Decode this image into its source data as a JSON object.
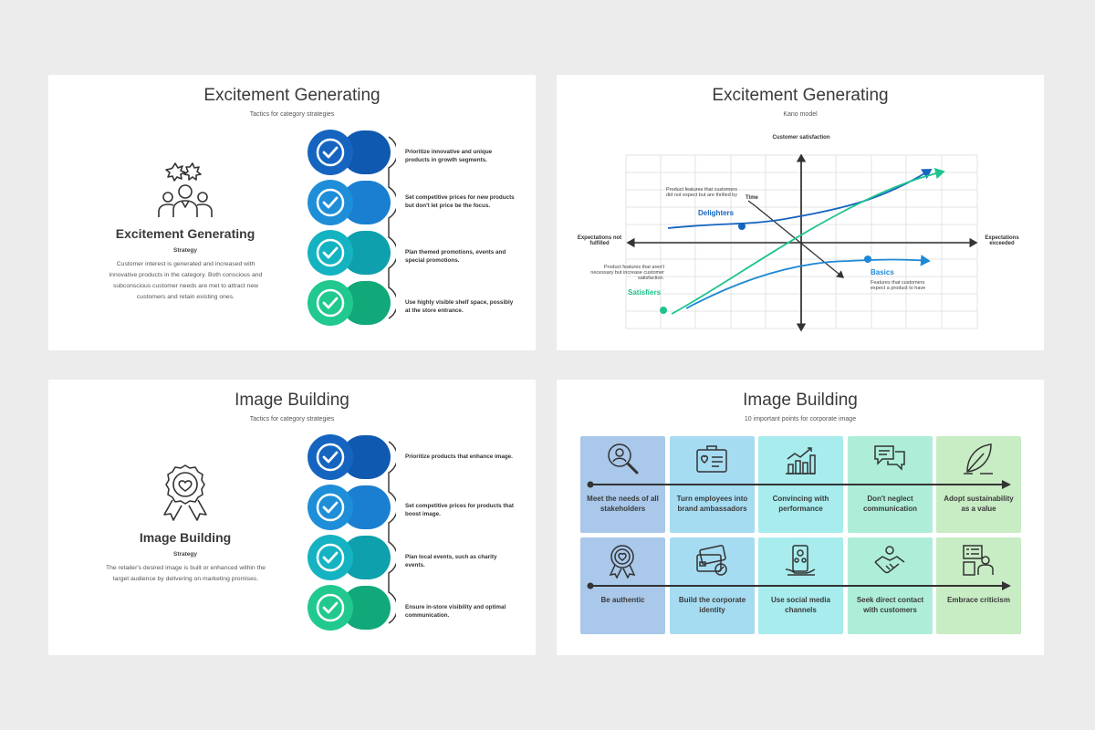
{
  "slides": {
    "s1": {
      "title": "Excitement Generating",
      "subtitle": "Tactics for category strategies",
      "left_heading": "Excitement Generating",
      "left_sub": "Strategy",
      "left_body": "Customer interest is generated and increased with innovative products in the category. Both conscious and subconscious customer needs are met to attract new customers and retain existing ones.",
      "icon": "people-excitement-icon",
      "items": [
        "Prioritize innovative and unique products in growth segments.",
        "Set competitive prices for new products but don't let price be the focus.",
        "Plan themed promotions, events and special promotions.",
        "Use highly visible shelf space, possibly at the store entrance."
      ]
    },
    "s2": {
      "title": "Excitement Generating",
      "subtitle": "Kano model",
      "y_axis_label": "Customer satisfaction",
      "x_left_label": "Expectations not fulfilled",
      "x_right_label": "Expectations exceeded",
      "time_label": "Time",
      "delighters_label": "Delighters",
      "delighters_note": "Product features that customers did not expect but are thrilled by",
      "satisfiers_label": "Satisfiers",
      "satisfiers_note": "Product features that aren't necessary but increase customer satisfaction.",
      "basics_label": "Basics",
      "basics_note": "Features that customers expect a product to have"
    },
    "s3": {
      "title": "Image Building",
      "subtitle": "Tactics for category strategies",
      "left_heading": "Image Building",
      "left_sub": "Strategy",
      "left_body": "The retailer's desired image is built or enhanced within the target audience by delivering on marketing promises.",
      "icon": "award-badge-icon",
      "items": [
        "Prioritize products that enhance image.",
        "Set competitive prices for products that boost image.",
        "Plan local events, such as charity events.",
        "Ensure in-store visibility and optimal communication."
      ]
    },
    "s4": {
      "title": "Image Building",
      "subtitle": "10 important points for corporate image",
      "cards": [
        {
          "label": "Meet the needs of all stakeholders",
          "icon": "magnifier-user-icon"
        },
        {
          "label": "Turn employees into brand ambassadors",
          "icon": "id-card-icon"
        },
        {
          "label": "Convincing with performance",
          "icon": "growth-chart-icon"
        },
        {
          "label": "Don't neglect communication",
          "icon": "chat-bubbles-icon"
        },
        {
          "label": "Adopt sustainability as a value",
          "icon": "leaf-icon"
        },
        {
          "label": "Be authentic",
          "icon": "badge-icon"
        },
        {
          "label": "Build the corporate identity",
          "icon": "cards-icon"
        },
        {
          "label": "Use social media channels",
          "icon": "phone-social-icon"
        },
        {
          "label": "Seek direct contact with customers",
          "icon": "handshake-icon"
        },
        {
          "label": "Embrace criticism",
          "icon": "feedback-board-icon"
        }
      ]
    }
  },
  "colors": {
    "blue_dark": "#1565c0",
    "blue_mid": "#1e88d6",
    "teal": "#12a9b8",
    "green": "#1ec48e",
    "card_col1": "#a9c8ea",
    "card_col2": "#a6dcf2",
    "card_col3": "#a8ecee",
    "card_col4": "#aeeed8",
    "card_col5": "#c8ecc4"
  }
}
